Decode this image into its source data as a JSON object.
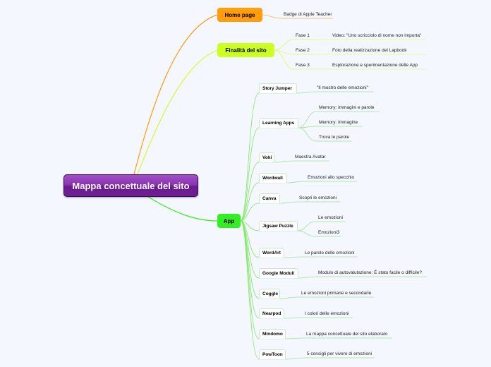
{
  "map": {
    "root": "Mappa concettuale del sito",
    "home": {
      "label": "Home page",
      "child": "Badge di Apple Teacher"
    },
    "finalita": {
      "label": "Finalità del sito",
      "phases": [
        {
          "label": "Fase 1",
          "detail": "Video: \"Uno scricciolo di nome non importa\""
        },
        {
          "label": "Fase 2",
          "detail": "Foto della realizzazione del Lapbook"
        },
        {
          "label": "Fase 3",
          "detail": "Esplorazione e sperimentazione delle App"
        }
      ]
    },
    "app": {
      "label": "App",
      "items": [
        {
          "label": "Story Jumper",
          "children": [
            "\"Il mostro delle emozioni\""
          ]
        },
        {
          "label": "Learning Apps",
          "children": [
            "Memory: immagini e parole",
            "Memory: immagine",
            "Trova le parole"
          ]
        },
        {
          "label": "Voki",
          "children": [
            "Maestra Avatar"
          ]
        },
        {
          "label": "Wordwall",
          "children": [
            "Emozioni allo specchio"
          ]
        },
        {
          "label": "Canva",
          "children": [
            "Scopri le emozioni"
          ]
        },
        {
          "label": "Jigsaw Puzzle",
          "children": [
            "Le emozioni",
            "Emozioni3"
          ]
        },
        {
          "label": "WordArt",
          "children": [
            "Le parole delle emozioni"
          ]
        },
        {
          "label": "Google Moduli",
          "children": [
            "Modulo di autovalutazione: È stato facile o difficile?"
          ]
        },
        {
          "label": "Coggle",
          "children": [
            "Le emozioni primarie e secondarie"
          ]
        },
        {
          "label": "Nearpod",
          "children": [
            "I colori delle emozioni"
          ]
        },
        {
          "label": "Mindomo",
          "children": [
            "La mappa concettuale del sito elaborato"
          ]
        },
        {
          "label": "PowToon",
          "children": [
            "5 consigli per vivere di emozioni"
          ]
        }
      ]
    }
  },
  "colors": {
    "home": "#ff9d0a",
    "finalita": "#ccff22",
    "app": "#33ee22",
    "root": "#7b2aa0",
    "app_line": "#7ee860"
  }
}
